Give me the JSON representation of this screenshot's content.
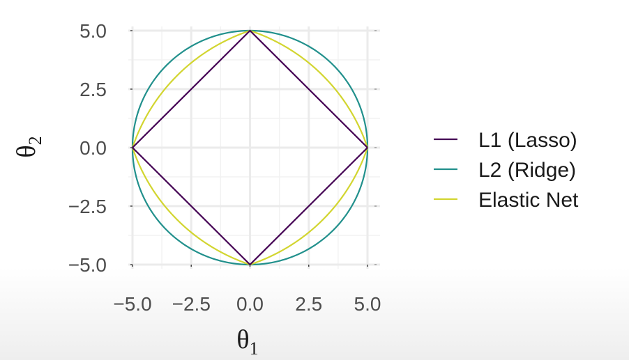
{
  "chart_data": {
    "type": "line",
    "xlabel": "θ1",
    "ylabel": "θ2",
    "xlabel_base": "θ",
    "xlabel_sub": "1",
    "ylabel_base": "θ",
    "ylabel_sub": "2",
    "xlim": [
      -5,
      5
    ],
    "ylim": [
      -5,
      5
    ],
    "x_ticks": [
      -5.0,
      -2.5,
      0.0,
      2.5,
      5.0
    ],
    "y_ticks": [
      -5.0,
      -2.5,
      0.0,
      2.5,
      5.0
    ],
    "x_tick_labels": [
      "−5.0",
      "−2.5",
      "0.0",
      "2.5",
      "5.0"
    ],
    "y_tick_labels": [
      "−5.0",
      "−2.5",
      "0.0",
      "2.5",
      "5.0"
    ],
    "grid": true,
    "legend_position": "right",
    "series": [
      {
        "name": "L1 (Lasso)",
        "color": "#440154",
        "shape": "diamond |θ1| + |θ2| = 5",
        "x": [
          5,
          0,
          -5,
          0,
          5
        ],
        "y": [
          0,
          5,
          0,
          -5,
          0
        ]
      },
      {
        "name": "L2 (Ridge)",
        "color": "#21908c",
        "shape": "circle θ1² + θ2² = 25",
        "x": [
          5,
          3.54,
          0,
          -3.54,
          -5,
          -3.54,
          0,
          3.54,
          5
        ],
        "y": [
          0,
          3.54,
          5,
          3.54,
          0,
          -3.54,
          -5,
          -3.54,
          0
        ]
      },
      {
        "name": "Elastic Net",
        "color": "#d2d530",
        "shape": "blend of L1 and L2 (α = 0.5)",
        "x": [
          5,
          2.93,
          0,
          -2.93,
          -5,
          -2.93,
          0,
          2.93,
          5
        ],
        "y": [
          0,
          2.93,
          5,
          2.93,
          0,
          -2.93,
          -5,
          -2.93,
          0
        ]
      }
    ]
  }
}
